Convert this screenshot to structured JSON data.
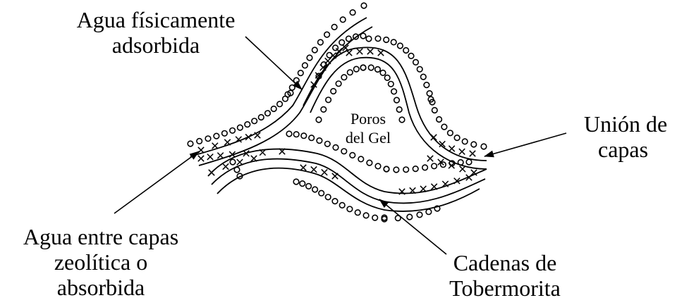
{
  "labels": {
    "fisica": {
      "line1": "Agua físicamente",
      "line2": "adsorbida"
    },
    "poros": {
      "line1": "Poros",
      "line2": "del Gel"
    },
    "union": {
      "line1": "Unión de",
      "line2": "capas"
    },
    "entre": {
      "line1": "Agua entre capas",
      "line2": "zeolítica o",
      "line3": "absorbida"
    },
    "cadenas": {
      "line1": "Cadenas de",
      "line2": "Tobermorita"
    }
  },
  "colors": {
    "ink": "#000000",
    "background": "#ffffff"
  }
}
